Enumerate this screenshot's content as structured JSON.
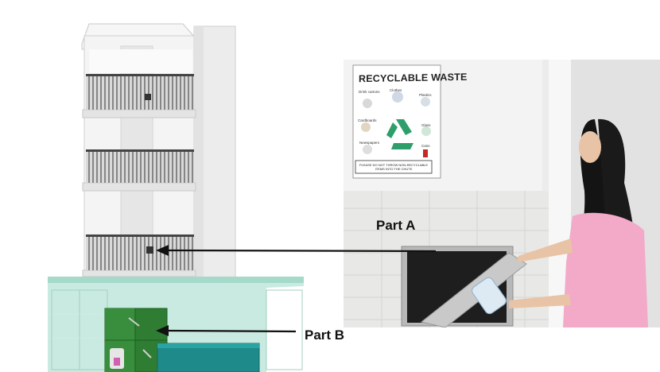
{
  "labels": {
    "part_a": "Part A",
    "part_b": "Part B"
  },
  "sign": {
    "title": "RECYCLABLE WASTE",
    "items": [
      "Drink cartons",
      "Clothes",
      "Plastics",
      "Cardboards",
      "Glass",
      "Newspapers",
      "Cans"
    ],
    "notice": "PLEASE DO NOT THROW NON-RECYCLABLE ITEMS INTO THE CHUTE"
  },
  "colors": {
    "building": "#f2f2f2",
    "railing": "#5a5a5a",
    "ground_glass": "#9fd8c8",
    "bin_green": "#2e7d32",
    "bin_teal": "#1f8a8a",
    "arrow": "#111111",
    "shirt": "#f3a9c8",
    "hair": "#141414"
  }
}
